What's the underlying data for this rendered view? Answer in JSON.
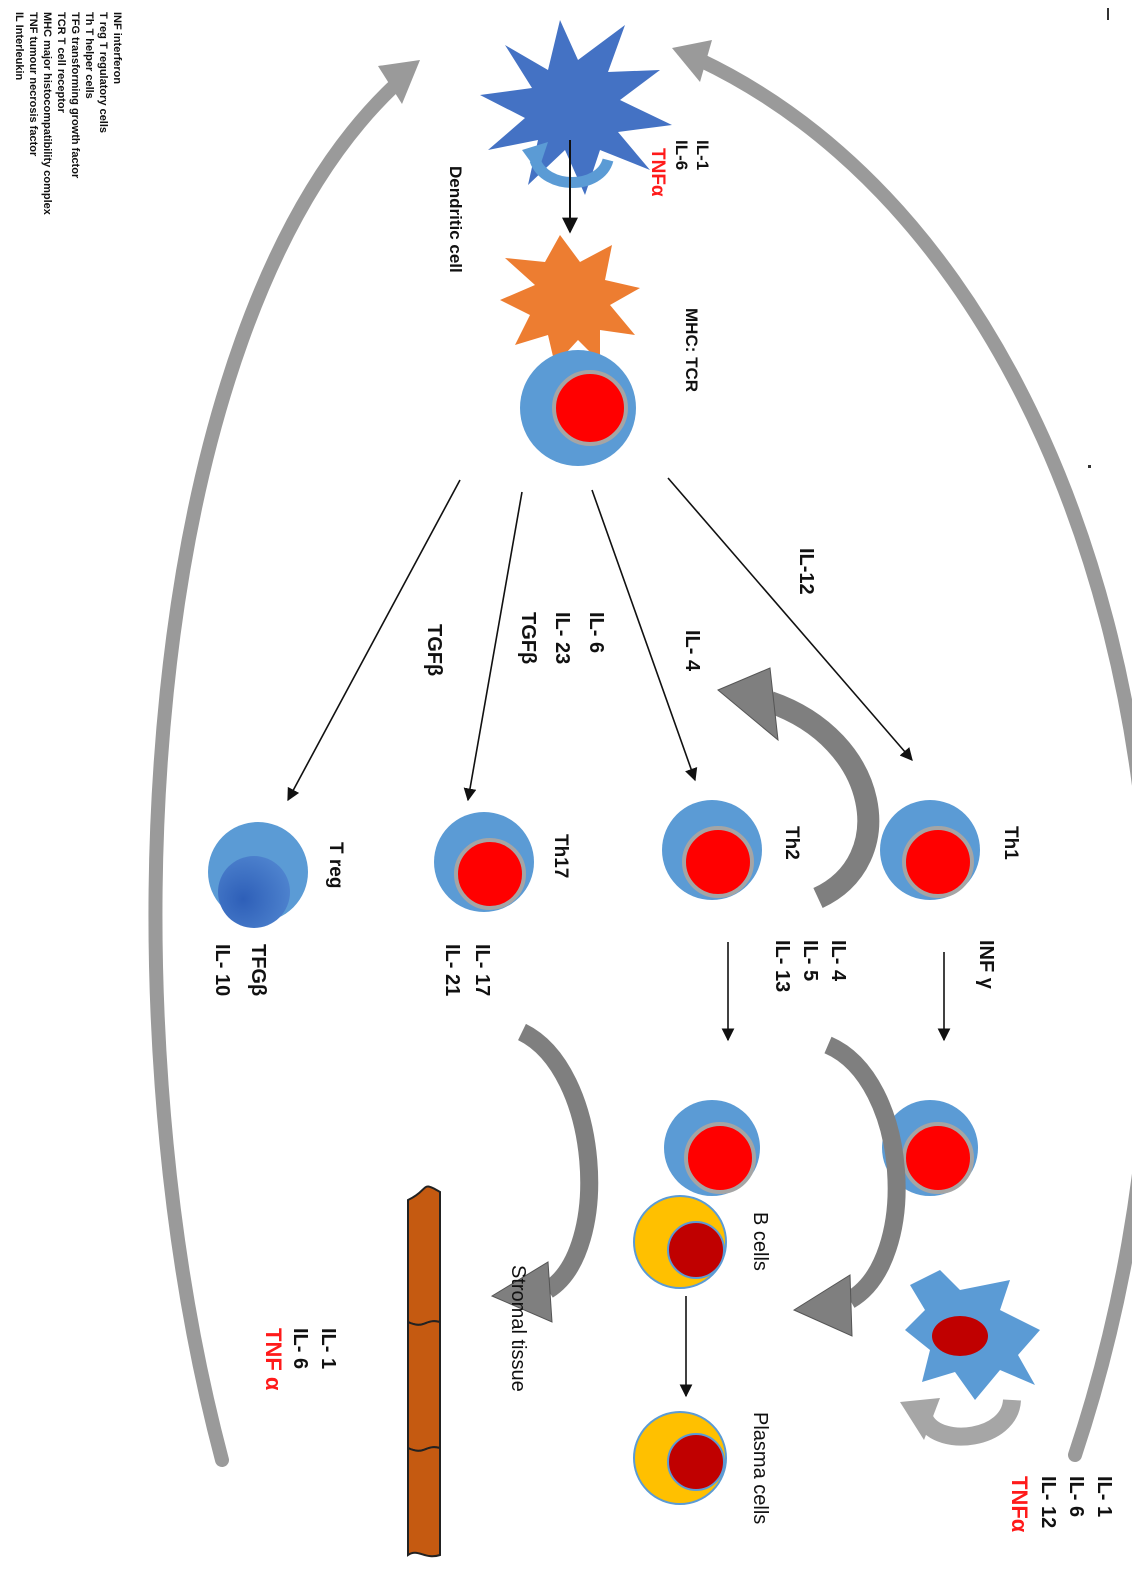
{
  "legend": [
    "IL Interleukin",
    "TNF tumour necrosis factor",
    "MHC major histocompatibility complex",
    "TCR T cell receptor",
    "TFG transforming growth factor",
    "Th T helper cells",
    "T reg T regulatory cells",
    "INF interferon"
  ],
  "cells": {
    "dendritic": "Dendritic cell",
    "mhc_tcr": "MHC: TCR",
    "th1": "Th1",
    "th2": "Th2",
    "th17": "Th17",
    "treg": "T reg",
    "b_cells": "B cells",
    "plasma_cells": "Plasma cells",
    "stromal": "Stromal tissue"
  },
  "cytokines": {
    "top_cluster": [
      "IL-1",
      "IL-6",
      "TNFα"
    ],
    "il12": "IL-12",
    "il4_loop": "IL- 4",
    "th17_induce": [
      "IL- 6",
      "IL- 23",
      "TGFβ"
    ],
    "treg_induce": "TGFβ",
    "th1_out": "INF γ",
    "th2_out": [
      "IL- 4",
      "IL- 5",
      "IL- 13"
    ],
    "th17_out": [
      "IL- 17",
      "IL- 21"
    ],
    "treg_out": [
      "TFGβ",
      "IL- 10"
    ],
    "macrophage_out": [
      "IL- 1",
      "IL- 6",
      "IL- 12",
      "TNFα"
    ],
    "stromal_out": [
      "IL- 1",
      "IL- 6",
      "TNF α"
    ]
  },
  "colors": {
    "dendritic_blue": "#4472c4",
    "dendritic_orange": "#ed7d31",
    "cell_blue": "#5b9bd5",
    "nucleus_red": "#ff0000",
    "b_cell_yellow": "#ffc000",
    "b_nucleus": "#c00000",
    "stromal_brown": "#c55a11",
    "arrow_gray": "#808080",
    "tnf_red": "#ff1a1a"
  }
}
